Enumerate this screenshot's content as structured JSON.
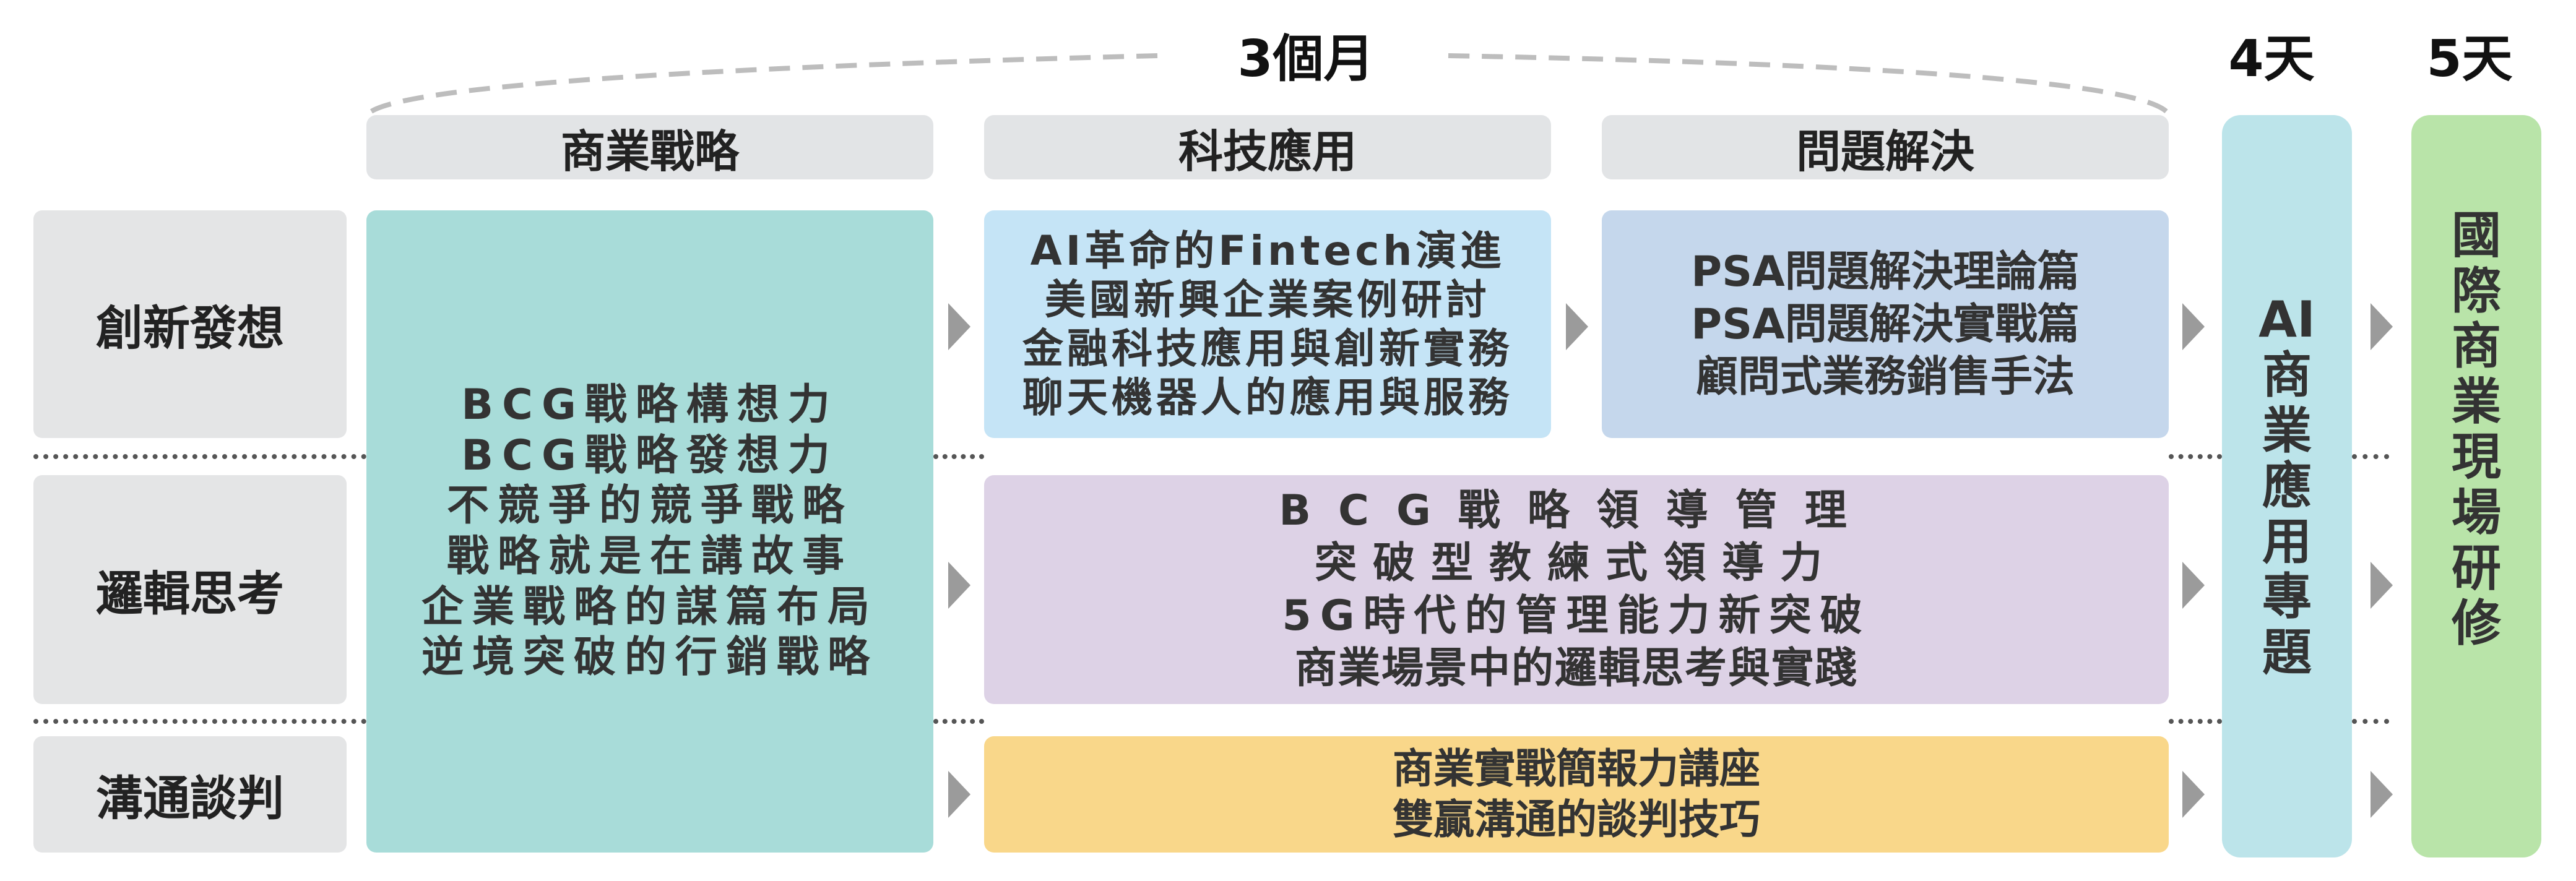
{
  "durations": {
    "months": "3個月",
    "ai_days": "4天",
    "intl_days": "5天"
  },
  "columns": {
    "strategy": "商業戰略",
    "tech": "科技應用",
    "problem": "問題解決"
  },
  "rows": {
    "innovation": "創新發想",
    "logic": "邏輯思考",
    "negotiation": "溝通談判"
  },
  "strategy_courses": [
    "BCG戰略構想力",
    "BCG戰略發想力",
    "不競爭的競爭戰略",
    "戰略就是在講故事",
    "企業戰略的謀篇布局",
    "逆境突破的行銷戰略"
  ],
  "tech_courses": [
    "AI革命的Fintech演進",
    "美國新興企業案例研討",
    "金融科技應用與創新實務",
    "聊天機器人的應用與服務"
  ],
  "problem_courses": [
    "PSA問題解決理論篇",
    "PSA問題解決實戰篇",
    "顧問式業務銷售手法"
  ],
  "logic_courses": [
    "BCG戰略領導管理",
    "突破型教練式領導力",
    "5G時代的管理能力新突破",
    "商業場景中的邏輯思考與實踐"
  ],
  "negotiation_courses": [
    "商業實戰簡報力講座",
    "雙贏溝通的談判技巧"
  ],
  "ai_module": [
    "AI",
    "商",
    "業",
    "應",
    "用",
    "專",
    "題"
  ],
  "intl_module": [
    "國",
    "際",
    "商",
    "業",
    "現",
    "場",
    "研",
    "修"
  ],
  "colors": {
    "header_gray": "#e2e4e6",
    "strategy_teal": "#a8dcd9",
    "tech_blue": "#c5e4f6",
    "problem_blue": "#c5d7ec",
    "logic_lavender": "#ddd2e6",
    "negotiation_yellow": "#f9d78a",
    "ai_cyan": "#bce4ea",
    "intl_green": "#b9e4a9",
    "arrow_gray": "#9b9b9b"
  }
}
